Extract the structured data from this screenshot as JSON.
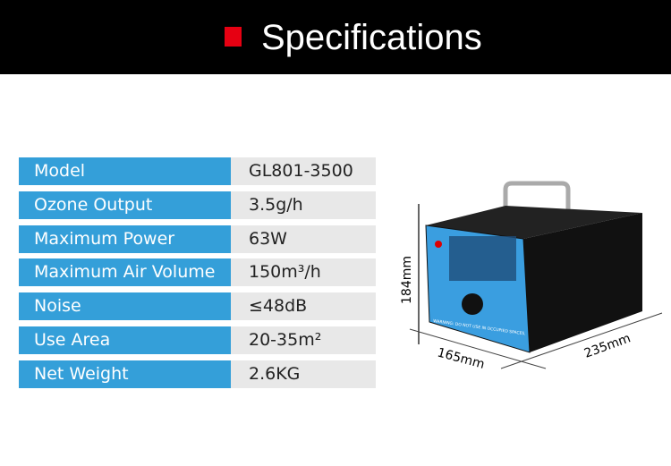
{
  "header": {
    "title": "Specifications"
  },
  "specs": [
    {
      "label": "Model",
      "value": "GL801-3500"
    },
    {
      "label": "Ozone Output",
      "value": "3.5g/h"
    },
    {
      "label": "Maximum Power",
      "value": "63W"
    },
    {
      "label": "Maximum Air Volume",
      "value": "150m³/h"
    },
    {
      "label": "Noise",
      "value": "≤48dB"
    },
    {
      "label": "Use Area",
      "value": "20-35m²"
    },
    {
      "label": "Net Weight",
      "value": "2.6KG"
    }
  ],
  "product": {
    "height": "184mm",
    "depth": "165mm",
    "width": "235mm",
    "warning": "WARNING: DO NOT USE IN OCCUPIED SPACES."
  }
}
